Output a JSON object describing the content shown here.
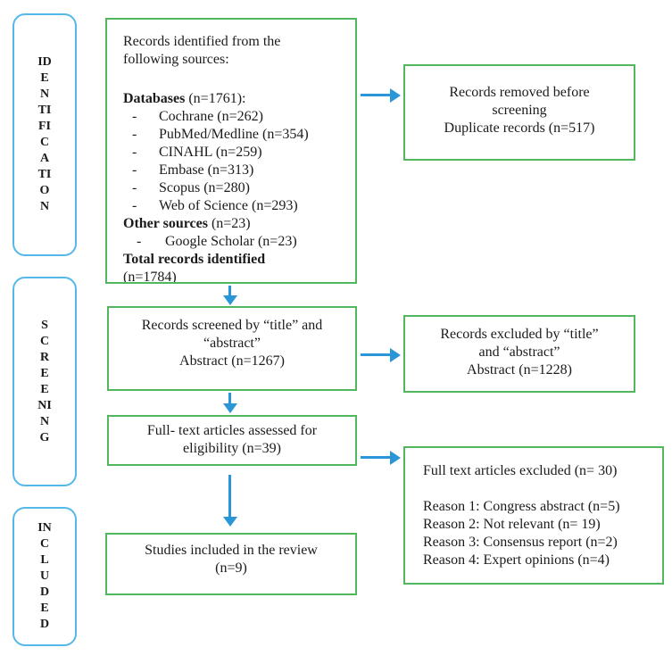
{
  "stages": [
    "IDENTIFICATION",
    "SCREENING",
    "INCLUDED"
  ],
  "boxes": {
    "identified": {
      "line1": "Records identified from the",
      "line2": "following sources:",
      "databases_bold": "Databases",
      "databases_rest": " (n=1761):",
      "bullet_dash": "-",
      "databases": [
        "Cochrane (n=262)",
        "PubMed/Medline (n=354)",
        "CINAHL (n=259)",
        "Embase (n=313)",
        "Scopus (n=280)",
        "Web of Science (n=293)"
      ],
      "other_bold": "Other sources",
      "other_rest": " (n=23)",
      "other_items": [
        "Google Scholar (n=23)"
      ],
      "total_bold": "Total records identified",
      "total_rest": "(n=1784)"
    },
    "removed": {
      "line1": "Records removed before",
      "line2": "screening",
      "line3": "Duplicate records (n=517)"
    },
    "screened": {
      "line1": "Records screened by “title” and",
      "line2": "“abstract”",
      "line3": "Abstract (n=1267)"
    },
    "excluded_title_abstract": {
      "line1": "Records excluded by “title”",
      "line2": "and “abstract”",
      "line3": "Abstract (n=1228)"
    },
    "fulltext_assessed": {
      "line1": "Full- text articles assessed for",
      "line2": "eligibility (n=39)"
    },
    "fulltext_excluded": {
      "title": "Full text articles excluded (n= 30)",
      "reasons": [
        "Reason 1: Congress abstract (n=5)",
        "Reason 2: Not relevant (n= 19)",
        "Reason 3: Consensus report (n=2)",
        "Reason 4: Expert opinions (n=4)"
      ]
    },
    "included_studies": {
      "line1": "Studies included in the review",
      "line2": "(n=9)"
    }
  },
  "colors": {
    "box_border": "#52b65c",
    "stage_border": "#55b8ea",
    "arrow": "#2a96d8"
  }
}
